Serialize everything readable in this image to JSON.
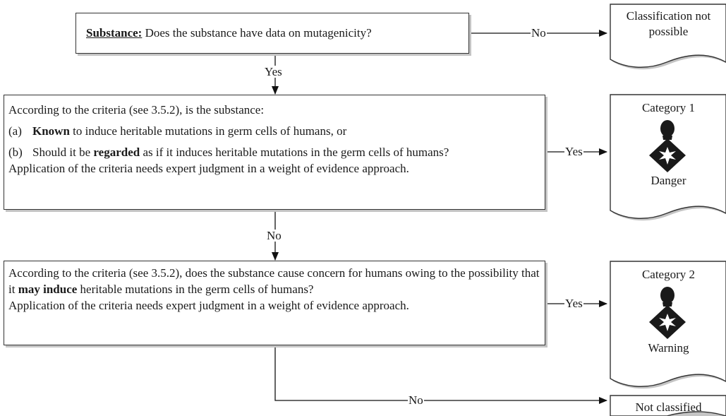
{
  "question1": {
    "lead": "Substance:",
    "text": " Does the substance have data on mutagenicity?"
  },
  "question2": {
    "intro": "According to the criteria (see 3.5.2), is the substance:",
    "a_label": "(a)",
    "a_bold": "Known",
    "a_rest": " to induce heritable mutations in germ cells of humans, or",
    "b_label": "(b)",
    "b_pre": "Should it be ",
    "b_bold": "regarded",
    "b_post": " as if it induces heritable mutations in the germ cells of humans?",
    "note": "Application of the criteria needs expert judgment in a weight of evidence approach."
  },
  "question3": {
    "pre": "According to the criteria (see 3.5.2), does the substance cause concern for humans owing to the possibility that it ",
    "bold": "may induce",
    "post": " heritable mutations in the germ cells of humans?",
    "note": "Application of the criteria needs expert judgment in a weight of evidence approach."
  },
  "labels": {
    "no_top": "No",
    "yes_down": "Yes",
    "yes_cat1": "Yes",
    "no_down": "No",
    "yes_cat2": "Yes",
    "no_bottom": "No"
  },
  "outcomes": {
    "not_possible": "Classification not possible",
    "cat1_title": "Category 1",
    "cat1_signal": "Danger",
    "cat2_title": "Category 2",
    "cat2_signal": "Warning",
    "not_classified": "Not classified"
  },
  "pictogram": "health-hazard-icon"
}
